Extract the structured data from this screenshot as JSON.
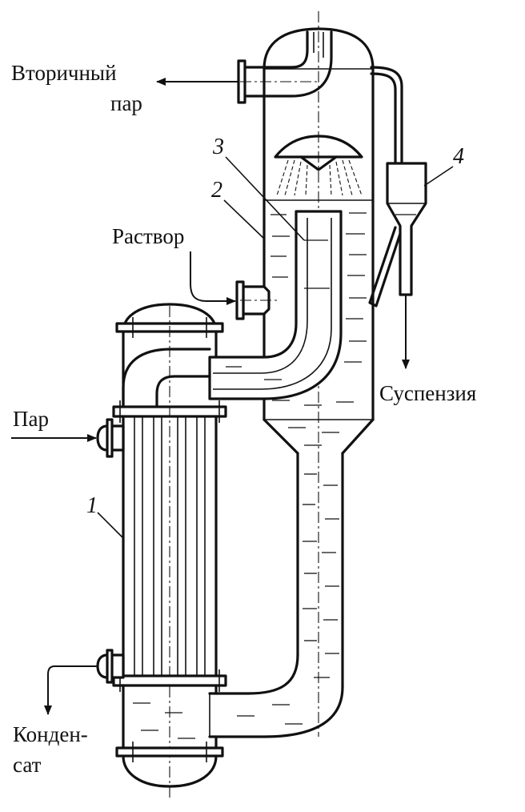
{
  "labels": {
    "secondary_vapor_line1": "Вторичный",
    "secondary_vapor_line2": "пар",
    "solution": "Раствор",
    "steam": "Пар",
    "suspension": "Суспензия",
    "condensate_line1": "Конден-",
    "condensate_line2": "сат"
  },
  "numbers": {
    "heater": "1",
    "separator": "2",
    "circulation_pipe": "3",
    "hydraulic_seal": "4"
  }
}
